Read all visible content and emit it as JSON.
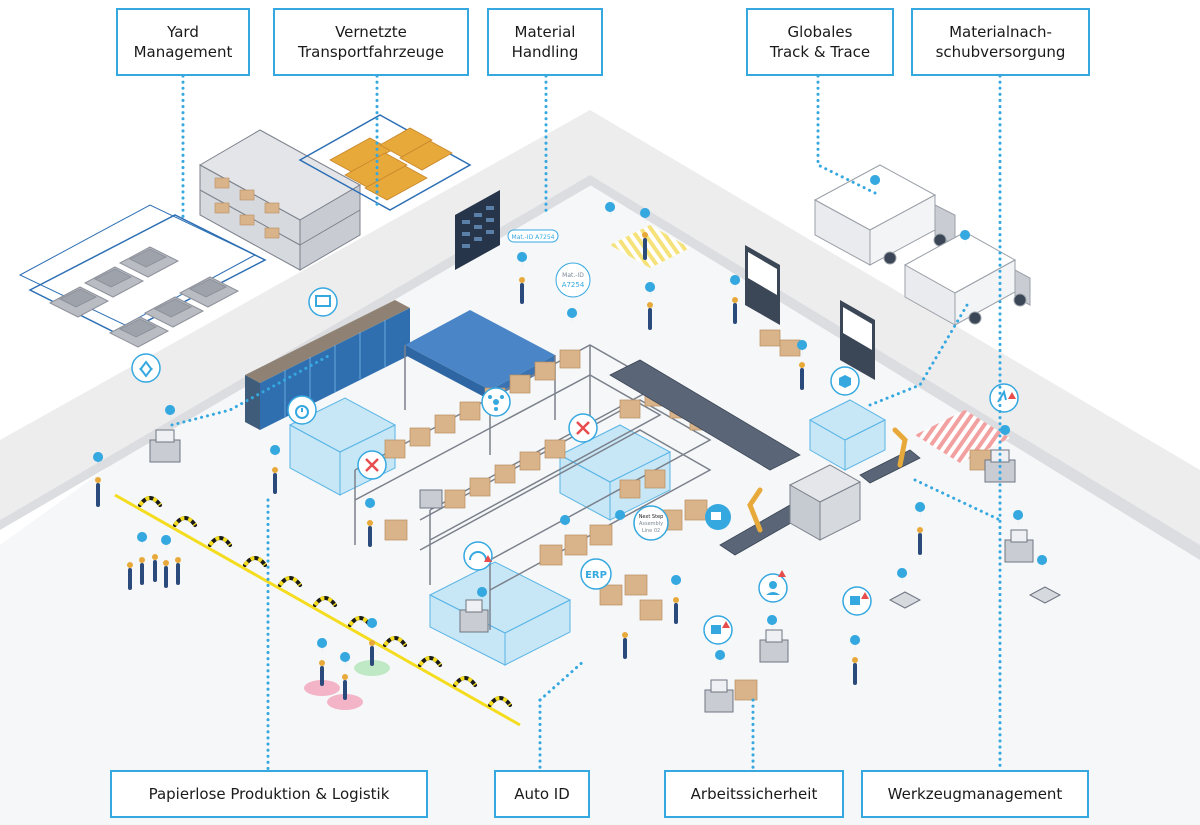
{
  "callouts": {
    "yard": {
      "line1": "Yard",
      "line2": "Management"
    },
    "transport": {
      "line1": "Vernetzte",
      "line2": "Transportfahrzeuge"
    },
    "material_handling": {
      "line1": "Material",
      "line2": "Handling"
    },
    "track_trace": {
      "line1": "Globales",
      "line2": "Track & Trace"
    },
    "nachschub": {
      "line1": "Materialnach-",
      "line2": "schubversorgung"
    },
    "papierlos": {
      "label": "Papierlose Produktion & Logistik"
    },
    "auto_id": {
      "label": "Auto ID"
    },
    "arbeitssicherheit": {
      "label": "Arbeitssicherheit"
    },
    "werkzeug": {
      "label": "Werkzeugmanagement"
    }
  },
  "scene_labels": {
    "mat_id_sign": "Mat.-ID A7254",
    "mat_id_bubble_line1": "Mat.-ID",
    "mat_id_bubble_line2": "A7254",
    "erp": "ERP",
    "next_step_line1": "Next Step",
    "next_step_line2": "Assembly",
    "next_step_line3": "Line 02"
  },
  "colors": {
    "accent": "#35a8e0",
    "floor": "#f6f7f9",
    "wall": "#ededee",
    "box": "#d9b48a",
    "box_dark": "#b98d5f",
    "pallet": "#e8a93b",
    "glass": "#8fd0f1",
    "warning_red": "#e74d4d",
    "hazard_yellow": "#f4dc1f"
  }
}
